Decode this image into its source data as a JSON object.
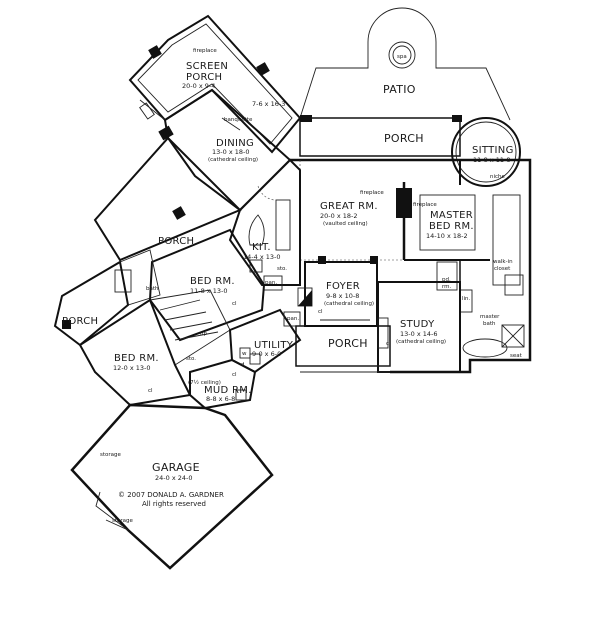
{
  "rooms": {
    "screen_porch": {
      "name_line1": "SCREEN",
      "name_line2": "PORCH",
      "dims": "20-0 x 9-4"
    },
    "fireplace_top": "fireplace",
    "porch_top_dims": "7-6 x 16-3",
    "banquette": "banquette",
    "dining": {
      "name": "DINING",
      "dims": "13-0 x 18-0",
      "note": "(cathedral ceiling)"
    },
    "patio": "PATIO",
    "spa": "spa",
    "porch_rear": "PORCH",
    "sitting": {
      "name": "SITTING",
      "dims": "11-8 x 11-8"
    },
    "niche": "niche",
    "great_room": {
      "name": "GREAT RM.",
      "dims": "20-0 x 18-2",
      "note": "(vaulted ceiling)"
    },
    "fireplace_great": "fireplace",
    "fireplace_master": "fireplace",
    "master_bed": {
      "name_line1": "MASTER",
      "name_line2": "BED RM.",
      "dims": "14-10 x 18-2"
    },
    "kitchen": {
      "name": "KIT.",
      "dims": "14-4 x 13-0"
    },
    "porch_left": "PORCH",
    "sto_kit": "sto.",
    "pan_kit": "pan.",
    "walk_in_closet_1": "walk-in",
    "walk_in_closet_2": "closet",
    "bed_rm_1": {
      "name": "BED RM.",
      "dims": "11-8 x 13-0"
    },
    "bath_left": "bath",
    "cl_bed1": "cl",
    "foyer": {
      "name": "FOYER",
      "dims": "9-8 x 10-8",
      "note": "(cathedral ceiling)"
    },
    "cl_foyer": "cl",
    "pd_rm_1": "pd.",
    "pd_rm_2": "rm.",
    "lin": "lin.",
    "master_bath_1": "master",
    "master_bath_2": "bath",
    "seat": "seat",
    "porch_far_left": "PORCH",
    "up": "up",
    "pan_mud": "pan.",
    "utility": {
      "name": "UTILITY",
      "dims": "9-0 x 6-0"
    },
    "study": {
      "name": "STUDY",
      "dims": "13-0 x 14-6",
      "note": "(cathedral ceiling)"
    },
    "cl_study": "cl",
    "porch_front": "PORCH",
    "bed_rm_2": {
      "name": "BED RM.",
      "dims": "12-0 x 13-0"
    },
    "cl_bed2": "cl",
    "sto_stair": "sto.",
    "stair_ceiling": "(7½ ceiling)",
    "w_label": "w",
    "d_label": "d",
    "cl_utility": "cl",
    "mud_room": {
      "name": "MUD RM.",
      "dims": "8-8 x 6-8"
    },
    "garage": {
      "name": "GARAGE",
      "dims": "24-0 x 24-0"
    },
    "storage_1": "storage",
    "storage_2": "storage"
  },
  "copyright": {
    "line1": "© 2007  DONALD  A.  GARDNER",
    "line2": "All  rights  reserved"
  }
}
